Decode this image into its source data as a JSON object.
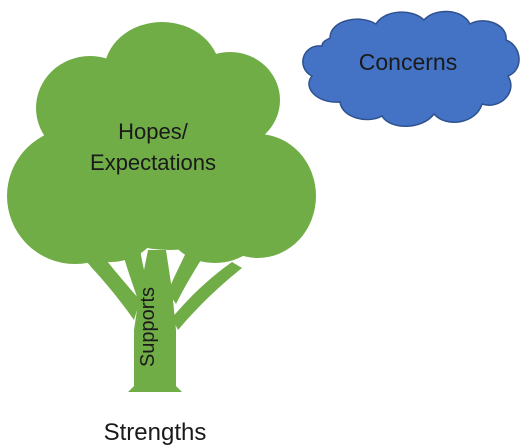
{
  "diagram": {
    "concerns_label": "Concerns",
    "hopes_line1": "Hopes/",
    "hopes_line2": "Expectations",
    "supports_label": "Supports",
    "strengths_label": "Strengths"
  },
  "colors": {
    "tree_green": "#70AD47",
    "cloud_fill": "#4472C4",
    "cloud_stroke": "#2F528F",
    "text": "#1a1a1a"
  }
}
